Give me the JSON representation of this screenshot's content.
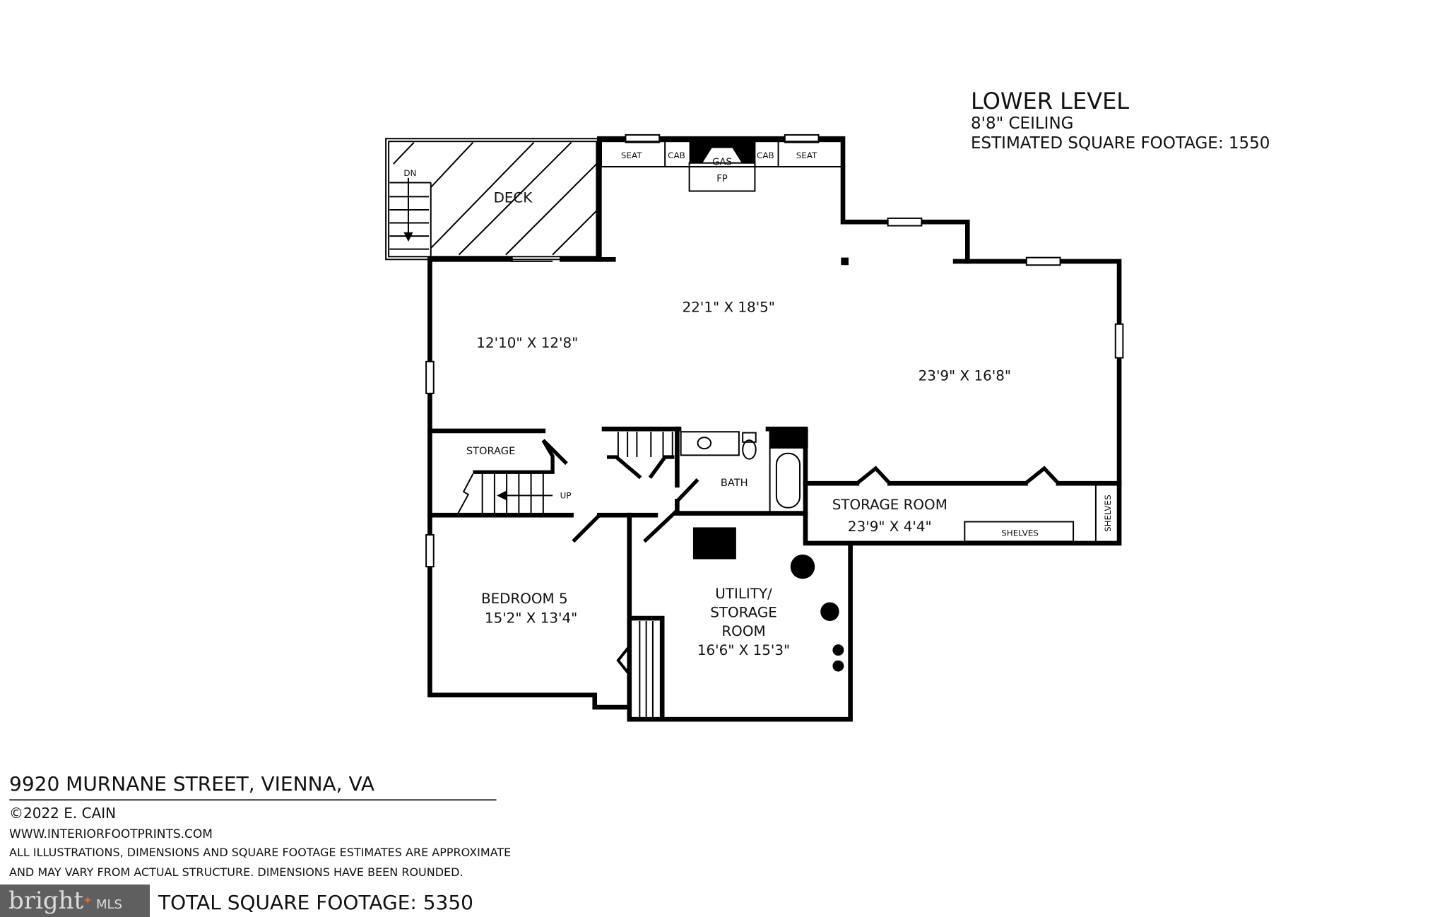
{
  "header": {
    "level": "LOWER LEVEL",
    "ceiling": "8'8\" CEILING",
    "sqft": "ESTIMATED SQUARE FOOTAGE: 1550"
  },
  "rooms": {
    "deck": "DECK",
    "deck_stairs": "DN",
    "seat_left": "SEAT",
    "cab_left": "CAB",
    "fireplace": "GAS",
    "fireplace2": "FP",
    "cab_right": "CAB",
    "seat_right": "SEAT",
    "center_dim": "22'1\" X 18'5\"",
    "left_dim": "12'10\" X 12'8\"",
    "right_dim": "23'9\" X 16'8\"",
    "storage": "STORAGE",
    "stairs_up": "UP",
    "bath": "BATH",
    "storage_room": "STORAGE ROOM",
    "storage_room_dim": "23'9\" X 4'4\"",
    "shelves": "SHELVES",
    "shelves_side": "SHELVES",
    "bedroom": "BEDROOM 5",
    "bedroom_dim": "15'2\" X 13'4\"",
    "utility1": "UTILITY/",
    "utility2": "STORAGE",
    "utility3": "ROOM",
    "utility_dim": "16'6\" X 15'3\""
  },
  "footer": {
    "address": "9920 MURNANE STREET, VIENNA, VA",
    "copyright": "©2022 E. CAIN",
    "website": "WWW.INTERIORFOOTPRINTS.COM",
    "disclaimer1": "ALL ILLUSTRATIONS, DIMENSIONS AND SQUARE FOOTAGE ESTIMATES ARE APPROXIMATE",
    "disclaimer2": "AND MAY VARY FROM ACTUAL STRUCTURE. DIMENSIONS HAVE BEEN ROUNDED.",
    "total": "TOTAL SQUARE FOOTAGE: 5350"
  },
  "watermark": {
    "brand": "bright",
    "suffix": "MLS",
    "accent": "#e06a2c"
  }
}
